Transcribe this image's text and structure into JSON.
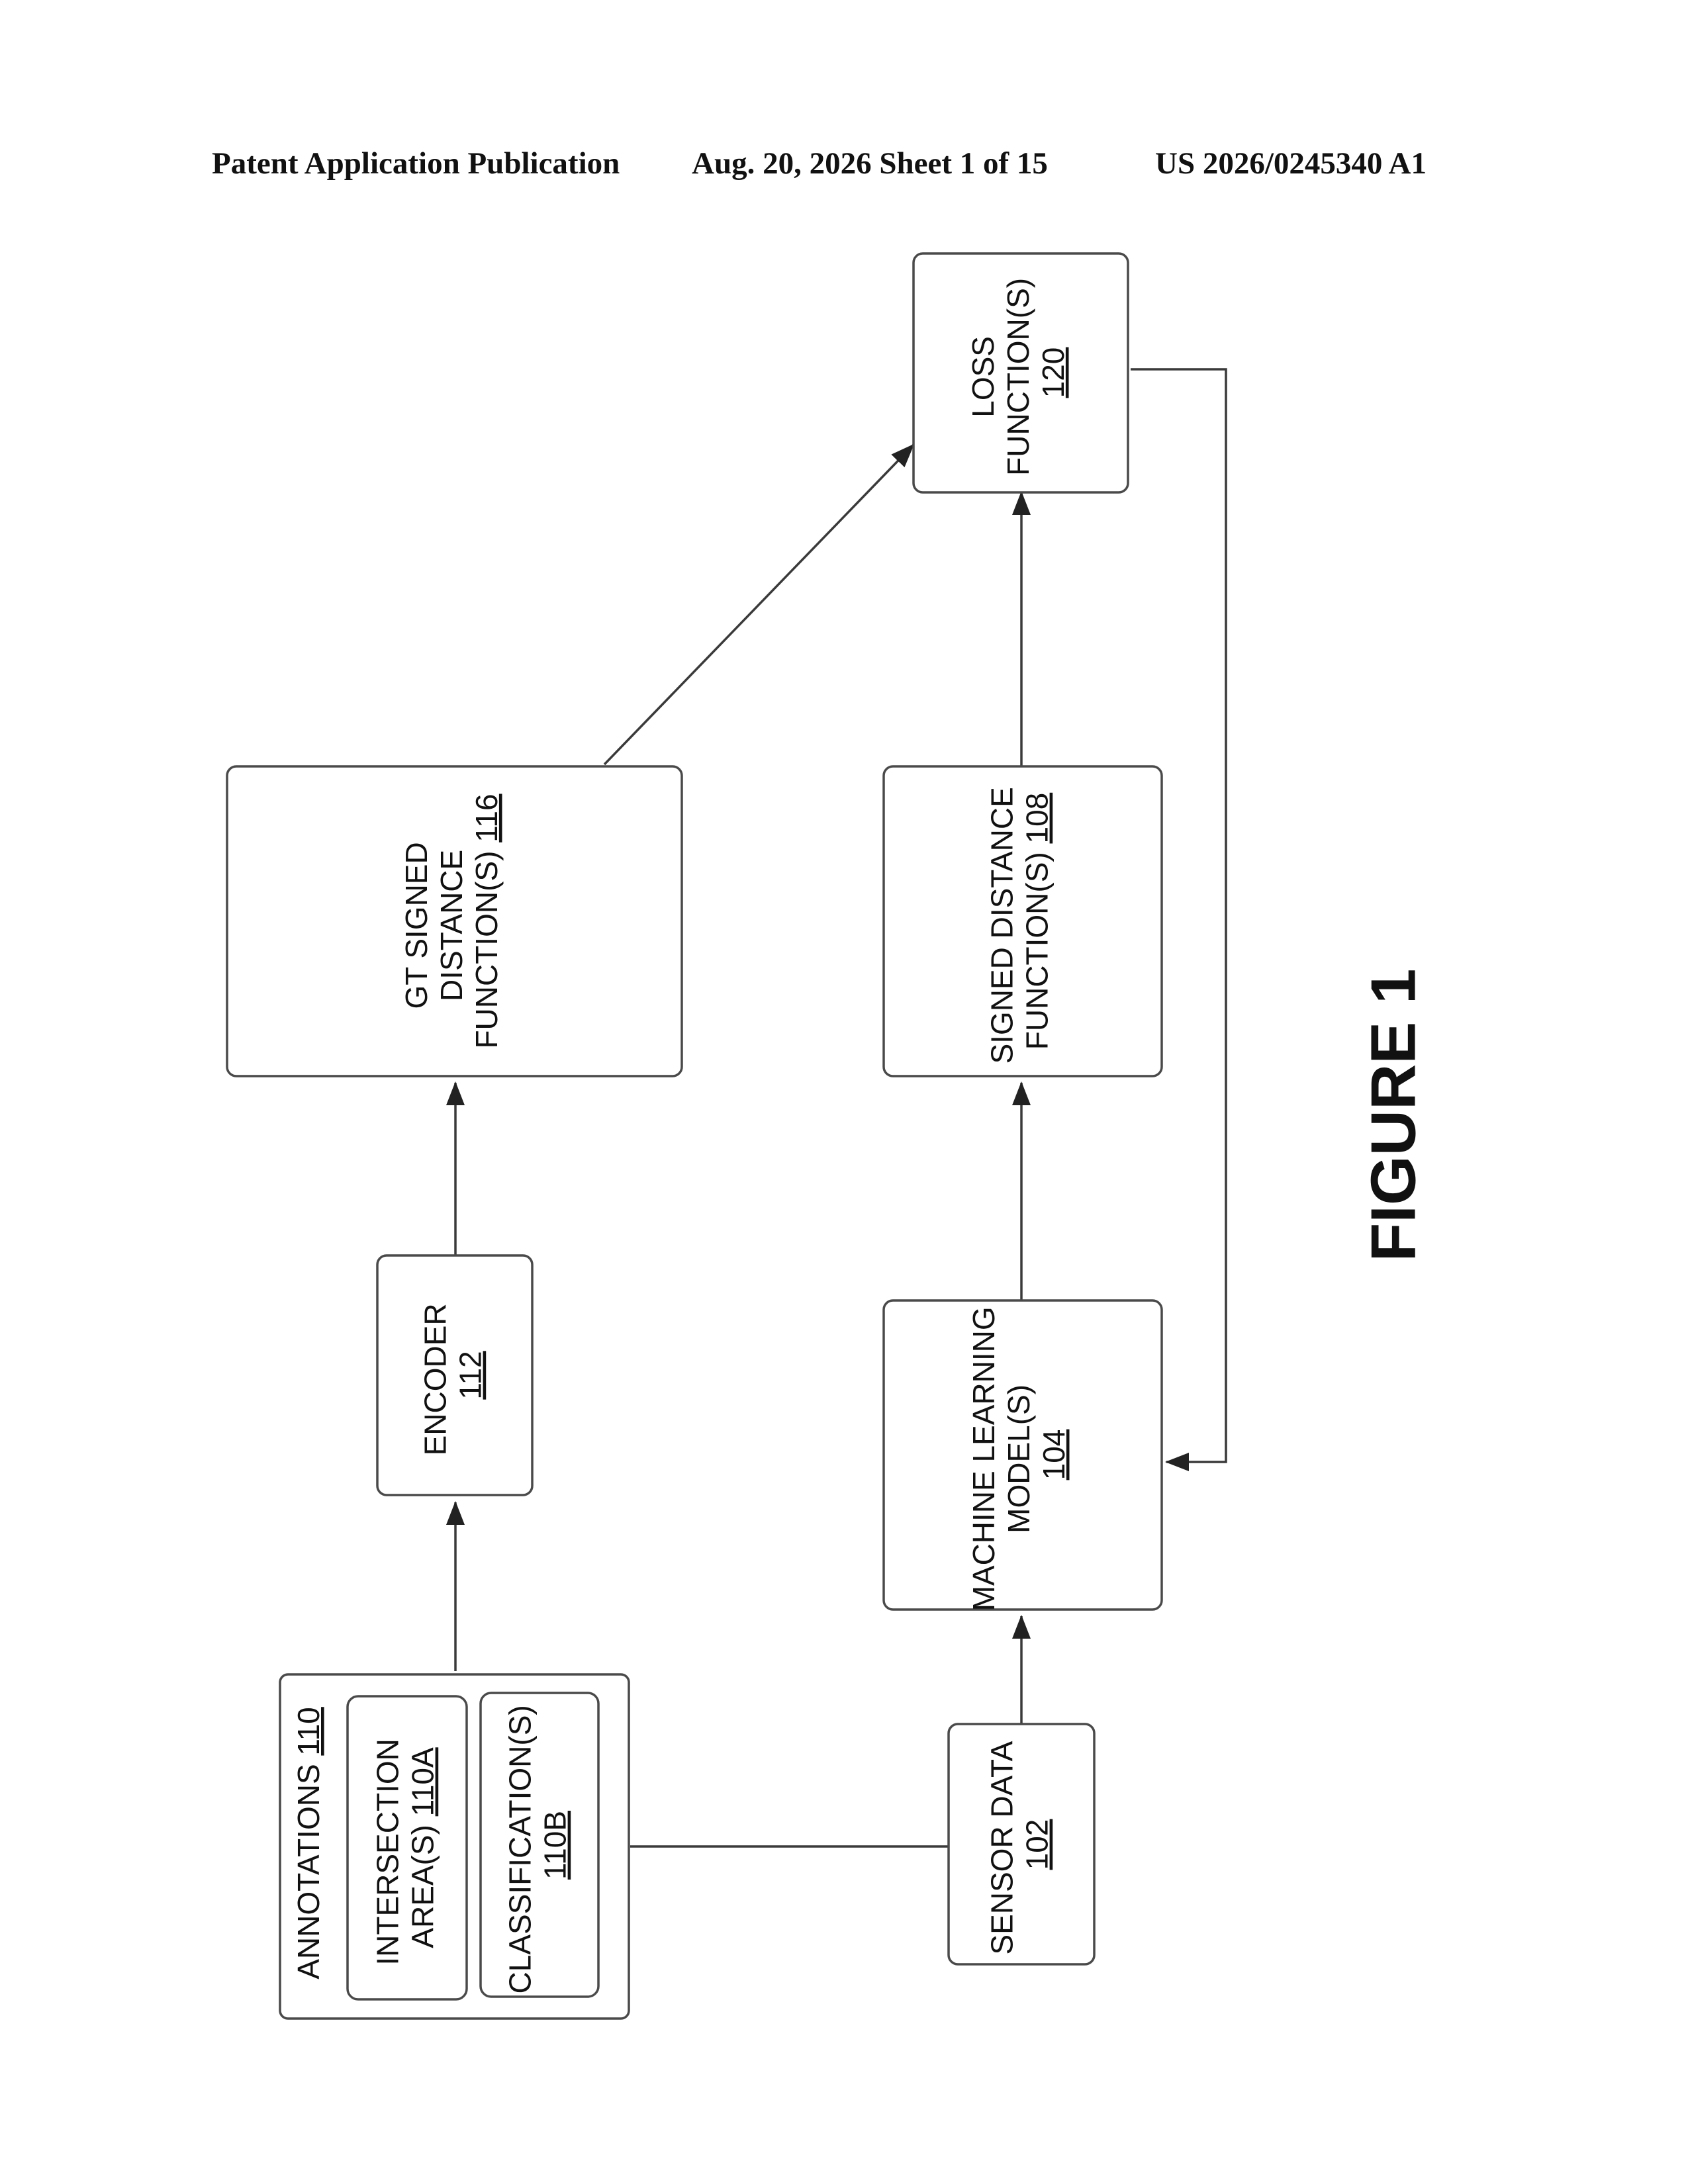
{
  "header": {
    "left": "Patent Application Publication",
    "center": "Aug. 20, 2026  Sheet 1 of 15",
    "right": "US 2026/0245340 A1"
  },
  "figure_label": "FIGURE 1",
  "nodes": {
    "annotations": {
      "title": "ANNOTATIONS",
      "ref": "110"
    },
    "intersection_areas": {
      "line1": "INTERSECTION",
      "line2": "AREA(S)",
      "ref": "110A"
    },
    "classifications": {
      "line1": "CLASSIFICATION(S)",
      "ref": "110B"
    },
    "encoder": {
      "line1": "ENCODER",
      "ref": "112"
    },
    "gt_sdf": {
      "line1": "GT SIGNED",
      "line2": "DISTANCE",
      "line3": "FUNCTION(S)",
      "ref": "116"
    },
    "loss": {
      "line1": "LOSS",
      "line2": "FUNCTION(S)",
      "ref": "120"
    },
    "sensor_data": {
      "line1": "SENSOR DATA",
      "ref": "102"
    },
    "ml_model": {
      "line1": "MACHINE LEARNING",
      "line2": "MODEL(S)",
      "ref": "104"
    },
    "sdf": {
      "line1": "SIGNED DISTANCE",
      "line2": "FUNCTION(S)",
      "ref": "108"
    }
  },
  "edges": [
    {
      "from": "annotations",
      "to": "encoder"
    },
    {
      "from": "encoder",
      "to": "gt_sdf"
    },
    {
      "from": "gt_sdf",
      "to": "loss"
    },
    {
      "from": "sensor_data",
      "to": "ml_model"
    },
    {
      "from": "ml_model",
      "to": "sdf"
    },
    {
      "from": "sdf",
      "to": "loss"
    },
    {
      "from": "loss",
      "to": "ml_model"
    },
    {
      "from": "annotations",
      "to": "sensor_data",
      "arrow": false
    }
  ]
}
